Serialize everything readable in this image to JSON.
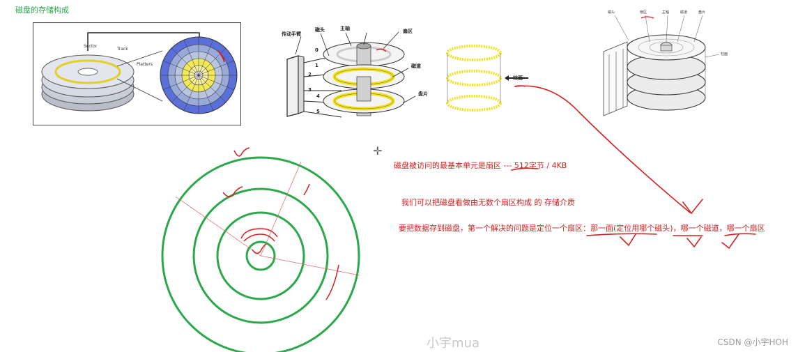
{
  "page_title": "磁盘的存储构成",
  "figure1": {
    "labels": {
      "sector": "Sector",
      "track": "Track",
      "platters": "Platters"
    }
  },
  "figure2": {
    "labels": {
      "actuator": "传动手臂",
      "head": "磁头",
      "spindle": "主轴",
      "sector": "扇区",
      "track": "磁道",
      "platter": "盘片",
      "numbers": [
        "0",
        "1",
        "2",
        "3",
        "4",
        "5"
      ]
    }
  },
  "figure3": {
    "label": "柱面"
  },
  "figure4": {
    "labels": {
      "head": "磁头",
      "sector": "扇区",
      "spindle": "主轴",
      "track": "磁道",
      "platter": "盘片",
      "cylinder": "柱面"
    }
  },
  "notes": {
    "line1": "磁盘被访问的最基本单元是扇区 --- 512字节 / 4KB",
    "line2": "我们可以把磁盘看做由无数个扇区构成 的 存储介质",
    "line3": "要把数据存到磁盘，第一个解决的问题是定位一个扇区：那一面(定位用哪个磁头)，哪一个磁道，哪一个扇区"
  },
  "watermark": "小宇mua",
  "credit": "CSDN @小宇HOH",
  "colors": {
    "green": "#2aa84a",
    "red": "#d42020",
    "yellow": "#f1e21a",
    "disk_blue": "#5a6fd8"
  },
  "icons": {
    "crosshair": "crosshair-icon"
  }
}
